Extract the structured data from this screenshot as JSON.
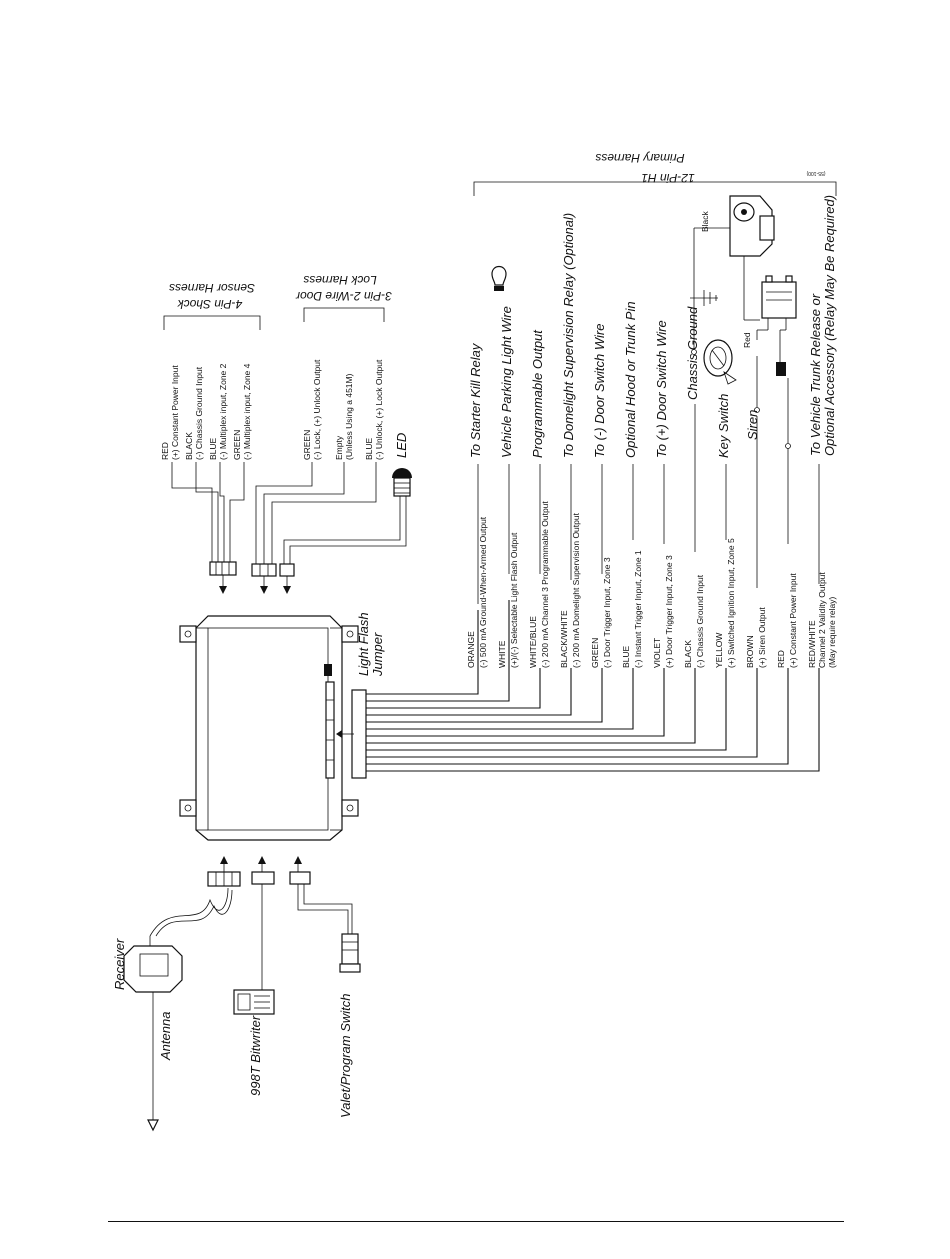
{
  "title": "12-Pin H1 Primary Harness wiring diagram",
  "headings": {
    "primary_harness": [
      "12-Pin H1",
      "Primary Harness"
    ],
    "sensor_harness": [
      "4-Pin Shock",
      "Sensor Harness"
    ],
    "lock_harness": [
      "3-Pin 2-Wire Door",
      "Lock Harness"
    ],
    "light_flash": [
      "Light Flash",
      "Jumper"
    ],
    "led": "LED",
    "receiver": "Receiver",
    "antenna": "Antenna",
    "bitwriter": "998T Bitwriter",
    "valet": "Valet/Program Switch",
    "figure_code": "(55-100)"
  },
  "sensor_wires": [
    {
      "color": "RED",
      "desc": "(+) Constant Power Input"
    },
    {
      "color": "BLACK",
      "desc": "(-) Chassis Ground Input"
    },
    {
      "color": "BLUE",
      "desc": "(-) Multiplex input, Zone 2"
    },
    {
      "color": "GREEN",
      "desc": "(-) Multiplex input, Zone 4"
    }
  ],
  "lock_wires": [
    {
      "color": "GREEN",
      "desc": "(-) Lock, (+) Unlock Output"
    },
    {
      "color": "Empty",
      "desc": "(Unless Using a 451M)"
    },
    {
      "color": "BLUE",
      "desc": "(-) Unlock, (+) Lock Output"
    }
  ],
  "primary_wires": [
    {
      "color": "ORANGE",
      "desc": "(-) 500 mA Ground-When-Armed Output",
      "extra": "",
      "dest": "To Starter Kill Relay"
    },
    {
      "color": "WHITE",
      "desc": "(+)/(-) Selectable Light Flash Output",
      "extra": "",
      "dest": "Vehicle Parking Light Wire"
    },
    {
      "color": "WHITE/BLUE",
      "desc": "(-) 200 mA Channel 3 Programmable Output",
      "extra": "",
      "dest": "Programmable Output"
    },
    {
      "color": "BLACK/WHITE",
      "desc": "(-) 200 mA Domelight Supervision Output",
      "extra": "",
      "dest": "To Domelight Supervision Relay (Optional)"
    },
    {
      "color": "GREEN",
      "desc": "(-) Door Trigger Input, Zone 3",
      "extra": "",
      "dest": "To (-) Door Switch Wire"
    },
    {
      "color": "BLUE",
      "desc": "(-) Instant Trigger Input, Zone 1",
      "extra": "",
      "dest": "Optional Hood or Trunk Pin"
    },
    {
      "color": "VIOLET",
      "desc": "(+) Door Trigger Input, Zone 3",
      "extra": "",
      "dest": "To (+) Door Switch Wire"
    },
    {
      "color": "BLACK",
      "desc": "(-) Chassis Ground Input",
      "extra": "",
      "dest": "Chassis Ground"
    },
    {
      "color": "YELLOW",
      "desc": "(+) Switched Ignition Input, Zone 5",
      "extra": "",
      "dest": "Key Switch"
    },
    {
      "color": "BROWN",
      "desc": "(+) Siren Output",
      "extra": "",
      "dest": "Siren"
    },
    {
      "color": "RED",
      "desc": "(+) Constant Power Input",
      "extra": "",
      "dest": ""
    },
    {
      "color": "RED/WHITE",
      "desc": "Channel 2 Validity Output",
      "extra": "(May require relay)",
      "dest": "To Vehicle Trunk Release or",
      "dest2": "Optional Accessory (Relay May Be Required)"
    }
  ],
  "component_labels": {
    "siren_black": "Black",
    "battery_red": "Red"
  }
}
